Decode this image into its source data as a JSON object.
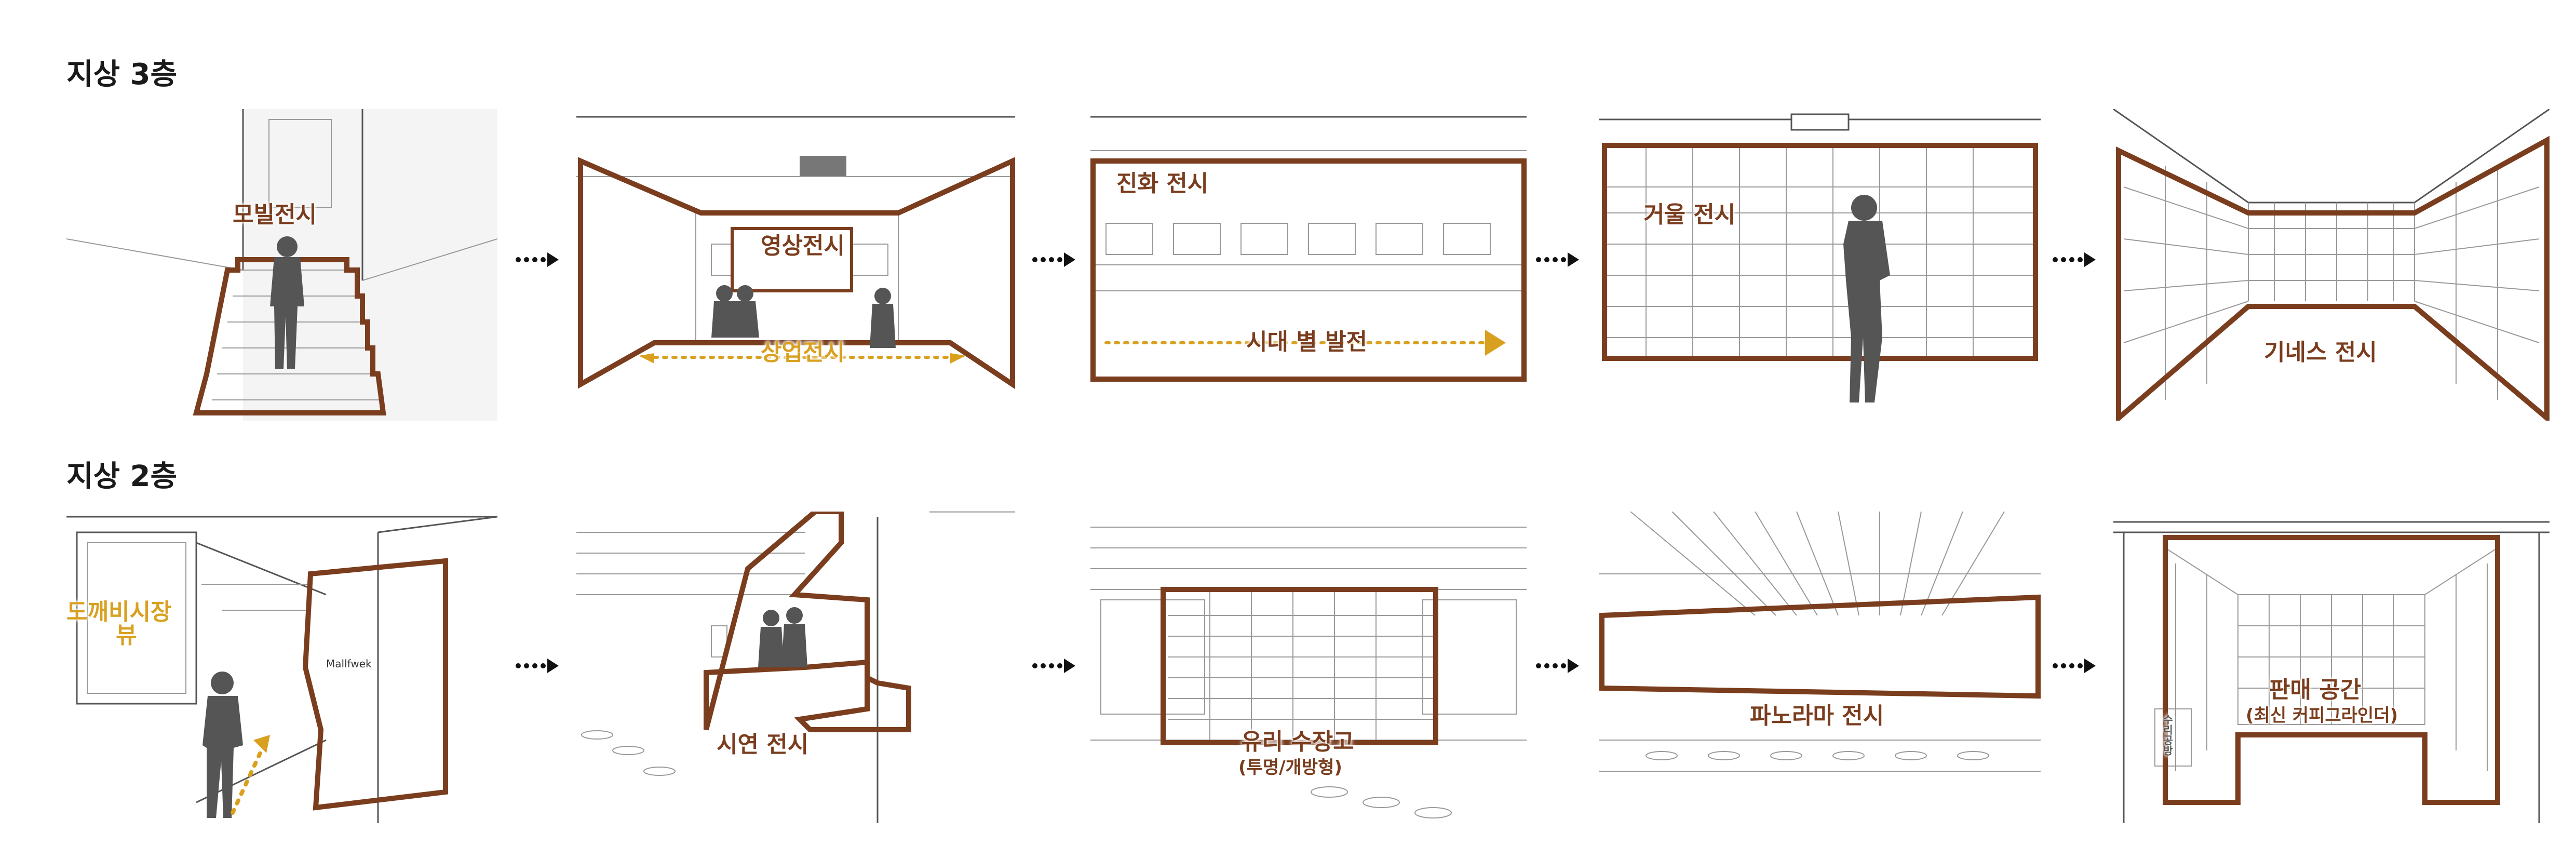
{
  "floors": {
    "third": {
      "title": "지상 3층"
    },
    "second": {
      "title": "지상 2층"
    }
  },
  "panels3": {
    "p1": {
      "label": "모빌전시"
    },
    "p2": {
      "label1": "영상전시",
      "label2": "상업전시"
    },
    "p3": {
      "label1": "진화 전시",
      "label2": "시대 별 발전"
    },
    "p4": {
      "label": "거울 전시"
    },
    "p5": {
      "label": "기네스 전시"
    }
  },
  "panels2": {
    "p1": {
      "label_line1": "도깨비시장",
      "label_line2": "뷰",
      "sign": "Mallfwek"
    },
    "p2": {
      "label": "시연 전시"
    },
    "p3": {
      "label": "유리 수장고",
      "sub": "(투명/개방형)"
    },
    "p4": {
      "label": "파노라마 전시"
    },
    "p5": {
      "label": "판매 공간",
      "sub": "(최신 커피그라인더)",
      "side": "수리공방"
    }
  },
  "colors": {
    "frame": "#7a3d1e",
    "accent": "#d9a020",
    "arrow": "#111111"
  }
}
